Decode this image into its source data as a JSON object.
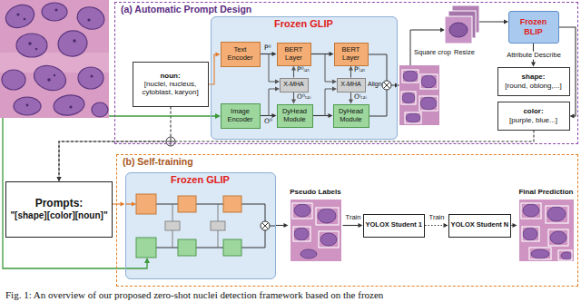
{
  "diagram": {
    "caption": "Fig. 1: An overview of our proposed zero-shot nuclei detection framework based on the frozen",
    "nodes": [
      {
        "text": [
          "(a) Automatic Prompt Design"
        ]
      },
      {
        "text": [
          "noun:",
          "[nuclei, nucleus, cytoblast, karyon]"
        ],
        "in": 0
      },
      {
        "text": [
          "Frozen GLIP"
        ],
        "in": 0
      },
      {
        "text": [
          "Text Encoder"
        ],
        "in": 2
      },
      {
        "text": [
          "BERT Layer"
        ],
        "in": 2
      },
      {
        "text": [
          "BERT Layer"
        ],
        "in": 2
      },
      {
        "text": [
          "X-MHA"
        ],
        "in": 2
      },
      {
        "text": [
          "X-MHA"
        ],
        "in": 2
      },
      {
        "text": [
          "Image Encoder"
        ],
        "in": 2
      },
      {
        "text": [
          "DyHead Module"
        ],
        "in": 2
      },
      {
        "text": [
          "DyHead Module"
        ],
        "in": 2
      },
      {
        "text": [
          "Frozen BLIP"
        ],
        "in": 0
      },
      {
        "text": [
          "shape:",
          "[round, oblong,...]"
        ],
        "in": 0
      },
      {
        "text": [
          "color:",
          "[purple, blue...]"
        ],
        "in": 0
      },
      {
        "text": [
          "Prompts:",
          "\"[shape][color][noun]\""
        ]
      },
      {
        "text": [
          "(b) Self-training"
        ]
      },
      {
        "text": [
          "Frozen GLIP"
        ],
        "in": 15
      },
      {
        "text": [
          "Pseudo Labels"
        ],
        "in": 15
      },
      {
        "text": [
          "YOLOX Student 1"
        ],
        "in": 15
      },
      {
        "text": [
          "YOLOX Student N"
        ],
        "in": 15
      },
      {
        "text": [
          "Final Prediction"
        ],
        "in": 15
      }
    ],
    "edges": [
      {
        "from": 1,
        "to": 3,
        "arrow": "to"
      },
      {
        "from": 3,
        "to": 4,
        "arrow": "to"
      },
      {
        "from": 4,
        "to": 5,
        "arrow": "to"
      },
      {
        "from": 8,
        "to": 9,
        "arrow": "to"
      },
      {
        "from": 9,
        "to": 10,
        "arrow": "to"
      },
      {
        "from": 6,
        "to": 4,
        "arrow": "to"
      },
      {
        "from": 6,
        "to": 9,
        "arrow": "to"
      },
      {
        "from": 7,
        "to": 5,
        "arrow": "to"
      },
      {
        "from": 7,
        "to": 10,
        "arrow": "to"
      },
      {
        "from": 11,
        "to": 12,
        "label": "Attribute Describe",
        "arrow": "to"
      },
      {
        "from": 11,
        "to": 13,
        "arrow": "to"
      },
      {
        "from": 1,
        "to": 14,
        "arrow": "to"
      },
      {
        "from": 13,
        "to": 14,
        "arrow": "to"
      },
      {
        "from": 14,
        "to": 16,
        "arrow": "to"
      },
      {
        "from": 16,
        "to": 17,
        "arrow": "to"
      },
      {
        "from": 17,
        "to": 18,
        "label": "Train",
        "arrow": "to"
      },
      {
        "from": 18,
        "to": 19,
        "label": "Train",
        "arrow": "to"
      },
      {
        "from": 19,
        "to": 20,
        "arrow": "to"
      }
    ],
    "labels": [
      "P⁰",
      "O⁰",
      "P⁰ᵢ₂ₜ",
      "O⁰ₜ₂ᵢ",
      "Pⁱᵢ₂ₜ",
      "Oⁱₜ₂ᵢ",
      "Align",
      "Square crop",
      "Resize"
    ]
  }
}
